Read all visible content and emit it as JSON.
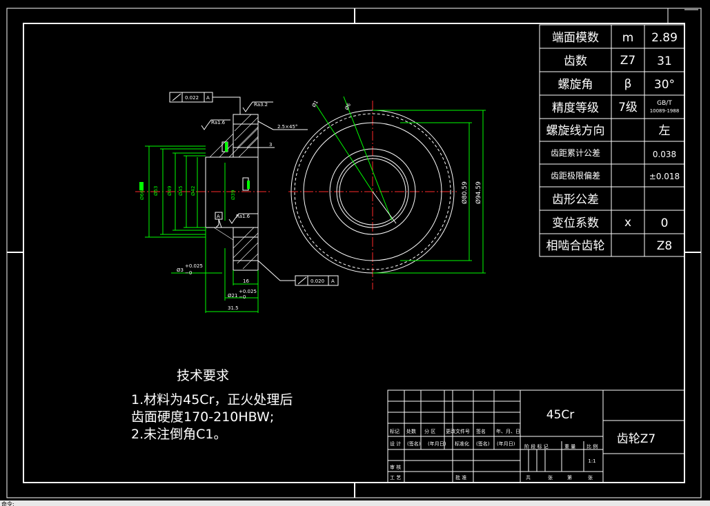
{
  "params": [
    {
      "name": "端面模数",
      "sym": "m",
      "val": "2.89"
    },
    {
      "name": "齿数",
      "sym": "Z7",
      "val": "31"
    },
    {
      "name": "螺旋角",
      "sym": "β",
      "val": "30°"
    },
    {
      "name": "精度等级",
      "sym": "7级",
      "val": "GB/T",
      "val2": "10089-1988"
    },
    {
      "name": "螺旋线方向",
      "sym": "",
      "val": "左"
    },
    {
      "name": "齿距累计公差",
      "sym": "",
      "val": "0.038"
    },
    {
      "name": "齿距极限偏差",
      "sym": "",
      "val": "±0.018"
    },
    {
      "name": "齿形公差",
      "sym": "",
      "val": ""
    },
    {
      "name": "变位系数",
      "sym": "x",
      "val": "0"
    },
    {
      "name": "相啮合齿轮",
      "sym": "",
      "val": "Z8"
    }
  ],
  "tech": {
    "title": "技术要求",
    "lines": [
      "1.材料为45Cr，正火处理后",
      "齿面硬度170-210HBW;",
      "2.未注倒角C1。"
    ]
  },
  "title_block": {
    "material": "45Cr",
    "part_name": "齿轮Z7",
    "scale": "1:1",
    "labels": {
      "biaoji": "标记",
      "chushu": "处数",
      "fenqu": "分 区",
      "gengai": "更改文件号",
      "qianming": "签名",
      "nianyueri": "年、月、日",
      "sheji": "设 计",
      "qianming2": "(签名)",
      "date2": "(年月日)",
      "biaozhunhua": "标准化",
      "qianming3": "(签名)",
      "date3": "(年月日)",
      "jieduan": "阶 段 标 记",
      "zhongliang": "重 量",
      "bili": "比 例",
      "shenhe": "审 核",
      "gongyi": "工 艺",
      "pizhun": "批 准",
      "gong": "共",
      "zhang": "张",
      "di": "第",
      "zhang2": "张"
    }
  },
  "dims": {
    "chamfer": "2.5×45°",
    "ra32": "Ra3.2",
    "ra16a": "Ra1.6",
    "ra16b": "Ra1.6",
    "tol1": "0.022",
    "tol2": "0.020",
    "datum": "A",
    "d66": "Ø66",
    "d53": "Ø53",
    "d49": "Ø49",
    "d45": "Ø45",
    "d42": "Ø42",
    "d39": "Ø39",
    "d3": "Ø3",
    "d3_up": "+0.025",
    "d3_lo": "−0",
    "d21": "Ø21",
    "d21_up": "+0.025",
    "d21_lo": "−0",
    "len16": "16",
    "len315": "31.5",
    "len3": "3",
    "d8059": "Ø80.59",
    "d9459": "Ø94.59",
    "phi_a": "Ø1",
    "phi_b": "Ø6"
  },
  "status_text": "命令:"
}
